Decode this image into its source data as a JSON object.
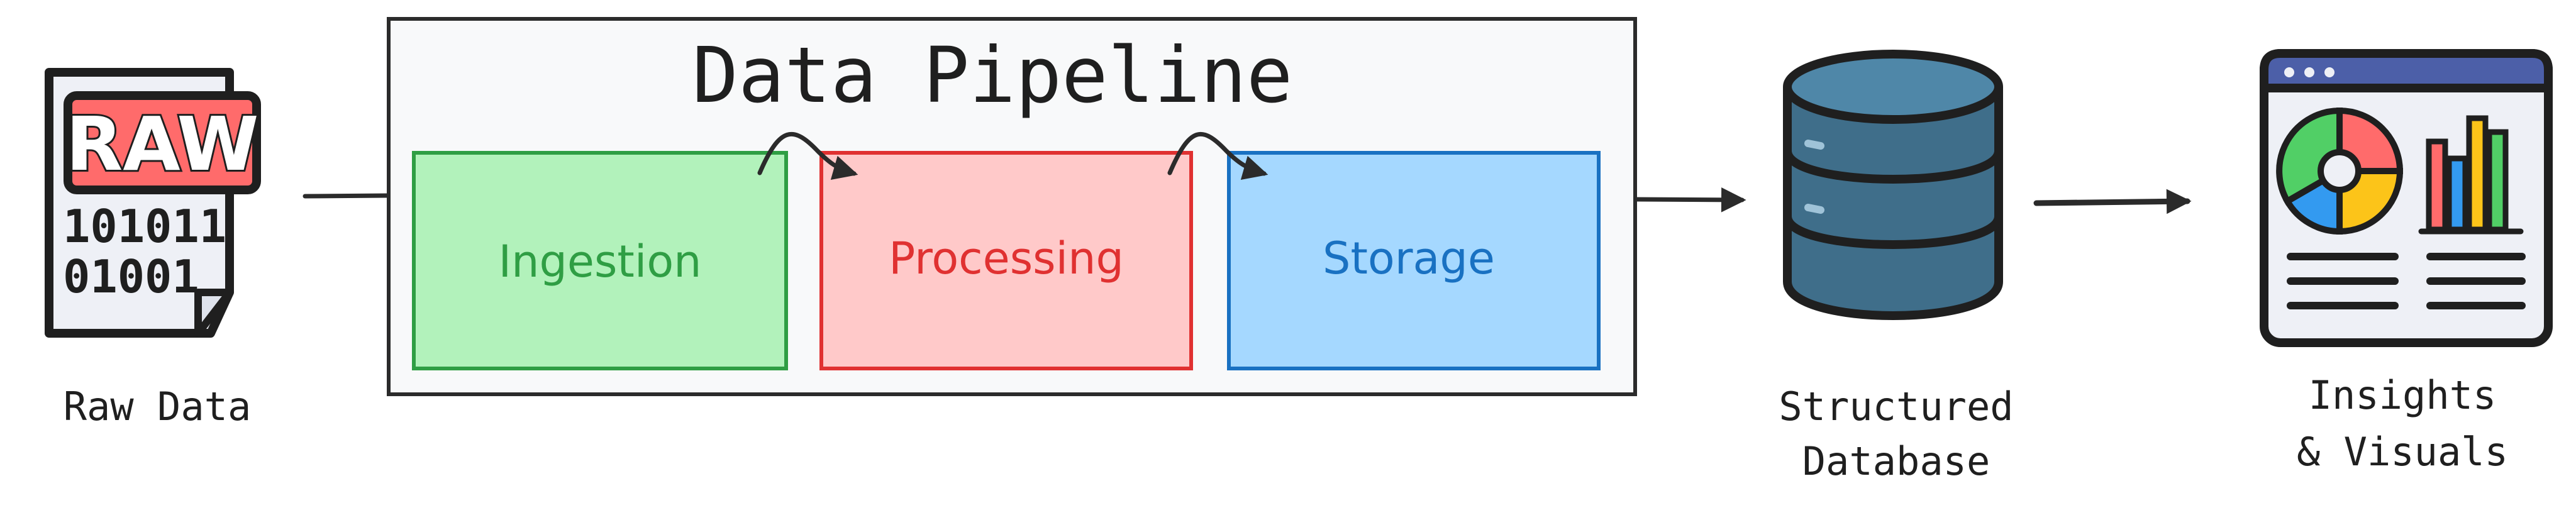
{
  "diagram": {
    "title": "Data Pipeline",
    "source": {
      "badge_text": "RAW",
      "binary_line_1": "101011",
      "binary_line_2": "01001",
      "label": "Raw Data"
    },
    "stages": [
      {
        "label": "Ingestion",
        "fill": "#b2f2bb",
        "stroke": "#2f9e44",
        "text_color": "#2f9e44"
      },
      {
        "label": "Processing",
        "fill": "#ffc9c9",
        "stroke": "#e03131",
        "text_color": "#e03131"
      },
      {
        "label": "Storage",
        "fill": "#a5d8ff",
        "stroke": "#1971c2",
        "text_color": "#1971c2"
      }
    ],
    "database": {
      "label_line_1": "Structured",
      "label_line_2": "Database",
      "color": "#3f6e8a"
    },
    "output": {
      "label_line_1": "Insights",
      "label_line_2": "& Visuals"
    },
    "colors": {
      "stroke": "#1f1f1f",
      "panel_fill": "#f8f9fa",
      "raw_badge": "#ff6b6b",
      "dashboard_header": "#4c5fa8",
      "pie": [
        "#ff6b6b",
        "#fcc419",
        "#339af0",
        "#51cf66"
      ],
      "bars": [
        "#ff6b6b",
        "#339af0",
        "#fcc419",
        "#51cf66"
      ]
    },
    "icons": [
      "document-raw-icon",
      "database-icon",
      "dashboard-icon"
    ]
  }
}
